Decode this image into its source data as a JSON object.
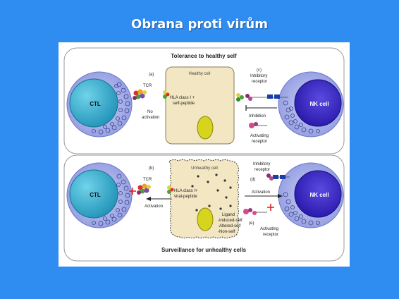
{
  "slide": {
    "title": "Obrana proti virům"
  },
  "figure": {
    "top_panel": {
      "heading": "Tolerance to healthy self",
      "label_a": "(a)",
      "label_c": "(c)",
      "ctl": "CTL",
      "tcr": "TCR",
      "no_activation_1": "No",
      "no_activation_2": "activation",
      "healthy_cell": "Healthy cell",
      "hla_1": "HLA class I +",
      "hla_2": "self-peptide",
      "inhibitory_1": "Inhibitory",
      "inhibitory_2": "receptor",
      "inhibition": "Inhibition",
      "activating_1": "Activating",
      "activating_2": "receptor",
      "nk": "NK cell"
    },
    "bottom_panel": {
      "heading": "Surveillance for unhealthy cells",
      "label_b": "(b)",
      "label_d": "(d)",
      "label_e": "(e)",
      "ctl": "CTL",
      "tcr": "TCR",
      "activation_left": "Activation",
      "unhealthy_cell": "Unhealthy cell",
      "hla_1": "HLA class I+",
      "hla_2": "viral-peptide",
      "inhibitory_1": "Inhibitory",
      "inhibitory_2": "receptor",
      "activation_right": "Activation",
      "ligand_1": "Ligand",
      "ligand_2": "-Induced-self",
      "ligand_3": "-Altered-self",
      "ligand_4": "-Non-self",
      "activating_1": "Activating",
      "activating_2": "receptor",
      "nk": "NK cell"
    }
  },
  "colors": {
    "background": "#2f8cf0",
    "ctl_fill": "#29a6c9",
    "nk_fill": "#3b24c8",
    "cell_membrane": "#9aa6e6",
    "target_cell": "#f3e6c2",
    "nucleus": "#d7d41d",
    "activation_mark": "#d81b1b"
  }
}
